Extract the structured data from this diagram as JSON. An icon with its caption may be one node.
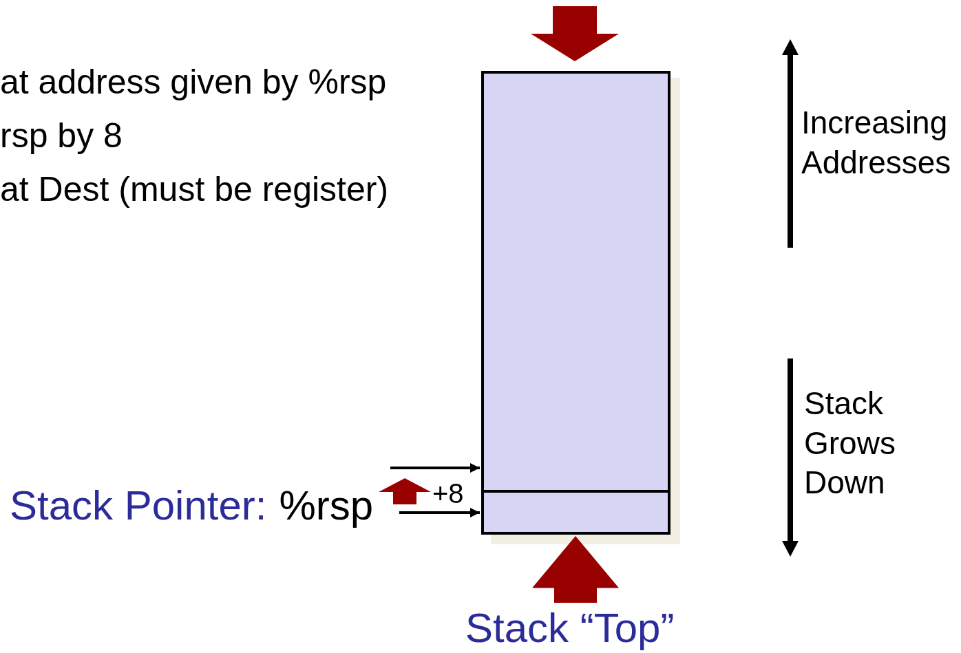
{
  "diagram": {
    "nodes": [
      {
        "text": [
          "Stack Pointer:",
          "%rsp"
        ]
      },
      {
        "text": [],
        "shape": "box"
      },
      {
        "text": [],
        "shape": "box",
        "in": 1
      },
      {
        "text": [
          "Stack “Top”"
        ]
      }
    ],
    "edges": [
      {
        "from": null,
        "to": 1,
        "arrow": "to"
      },
      {
        "from": 0,
        "to": 2,
        "arrow": "to"
      },
      {
        "from": 3,
        "to": 2,
        "arrow": "to",
        "style": "thick",
        "color": "#990000"
      }
    ],
    "labels": [
      "at address given by %rsp",
      "rsp by 8",
      "at Dest (must be register)",
      "+8",
      "Increasing Addresses",
      "Stack Grows Down"
    ]
  }
}
